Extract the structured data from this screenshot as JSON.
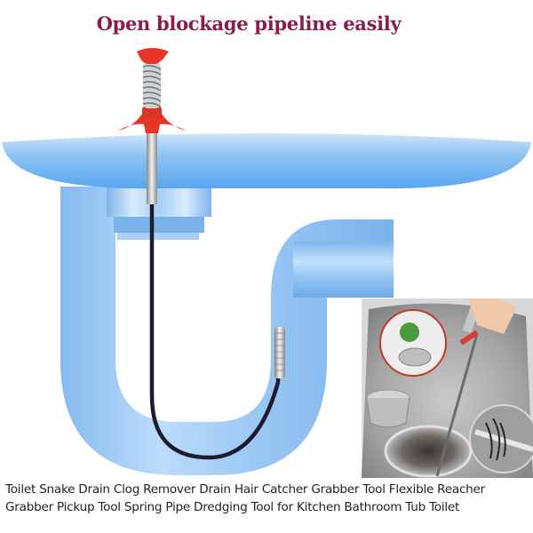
{
  "headline": "Open blockage pipeline easily",
  "caption": {
    "line1": "Toilet Snake Drain Clog Remover Drain Hair Catcher Grabber Tool Flexible Reacher",
    "line2": "Grabber Pickup Tool Spring Pipe Dredging Tool for Kitchen Bathroom Tub Toilet"
  },
  "colors": {
    "headline": "#8b1c4e",
    "pipe": "#8fc0f0",
    "basin": "#9ccbf4",
    "tool_handle": "#e8352a",
    "caption_text": "#222222"
  },
  "illustration": {
    "main": "S-trap pipe under basin with drain snake tool inserted",
    "inset": "Kitchen sink photo with drain grabber tool, strainer basket, and zoom circles of debris and hair"
  }
}
